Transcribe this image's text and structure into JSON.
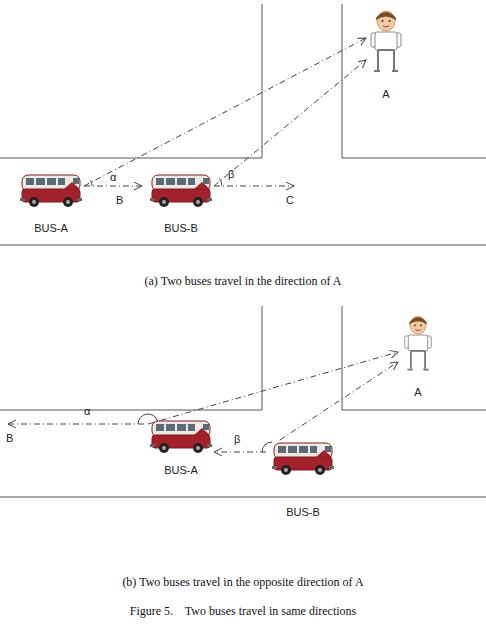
{
  "diagram": {
    "caption": "Figure 5.    Two buses travel in same directions",
    "nodes": [
      {
        "text": [
          "BUS-A"
        ]
      },
      {
        "text": [
          "BUS-B"
        ]
      },
      {
        "text": [
          "A"
        ]
      },
      {
        "text": [
          "BUS-A"
        ]
      },
      {
        "text": [
          "BUS-B"
        ]
      },
      {
        "text": [
          "A"
        ]
      }
    ],
    "edges": [
      {
        "from": 0,
        "to": 2,
        "arrow": "to"
      },
      {
        "from": 1,
        "to": 2,
        "arrow": "to"
      },
      {
        "from": 3,
        "to": 5,
        "arrow": "to"
      },
      {
        "from": 4,
        "to": 5,
        "arrow": "to"
      }
    ],
    "labels": [
      "α",
      "B",
      "β",
      "C",
      "(a) Two buses travel in the direction of A",
      "B",
      "α",
      "β",
      "(b) Two buses travel in the opposite direction of A"
    ]
  }
}
